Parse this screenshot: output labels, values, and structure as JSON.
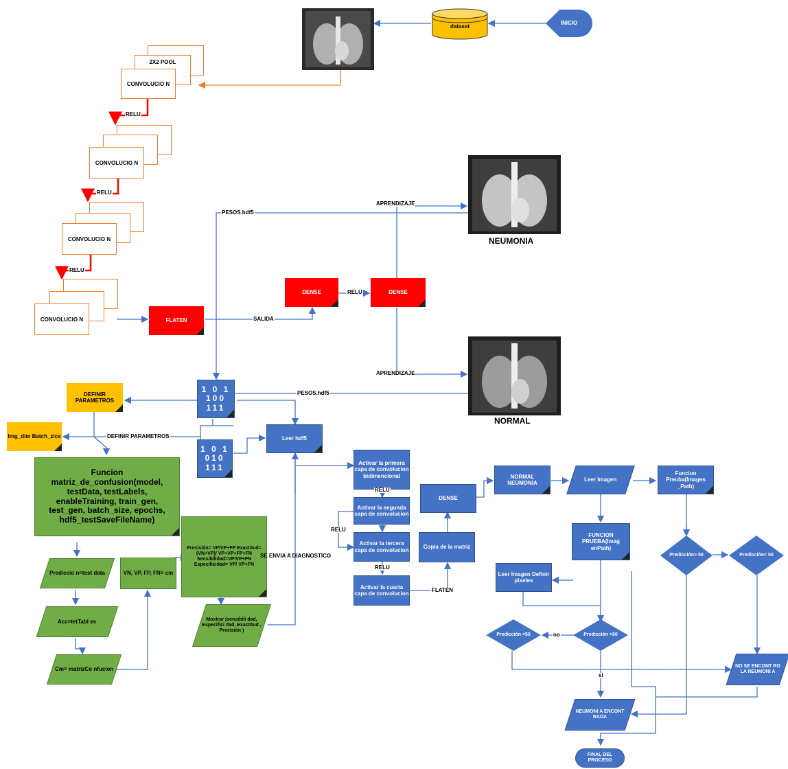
{
  "start": "INICIO",
  "dataset": "dataset",
  "pool_label": "2X2 POOL",
  "conv_label": "CONVOLUCIO N",
  "relu": "RELU",
  "flaten": "FLATEN",
  "salida": "SALIDA",
  "dense": "DENSE",
  "aprendizaje": "APRENDIZAJE",
  "pesos": "PESOS.hdf5",
  "neumonia_title": "NEUMONIA",
  "normal_title": "NORMAL",
  "binary_1": "1 0 1\n100\n111",
  "binary_2": "1 0 1\n010\n111",
  "definir_parametros": "DEFINIR PARAMETROS",
  "definir_parametros_edge": "DEFINIR PARAMETROS",
  "img_dim": "Img_dim Batch_zice",
  "leer_hdf5": "Leer hdf5",
  "funcion_matriz": "Funcion matriz_de_confusion(model, testData, testLabels, enableTraining, train_gen, test_gen, batch_size, epochs, hdf5_testSaveFileName)",
  "prediccion_test": "Prediccio n=test data",
  "acc": "Acc=tetTabl es",
  "cm": "Cm= matrizCo nfucion",
  "vn_vp": "VN, VP, FP, FN= cm",
  "metricas": "Precisión= VP/VP+FP Exactitud= (VN+VP)/ VP+VP+FP+FN Sensibilidad=VP/VP+FN Especificidad= VP/ VP+FN",
  "se_envia": "SE ENVIA A DIAGNOSTICO",
  "mostrar": "Mostrar (sensibili dad, Especifici dad, Exactitud , Precisión )",
  "activar_1": "Activar la primera capa de convolucion bidimencional",
  "activar_2": "Activar la segunda capa de convolucion",
  "activar_3": "Activar la tercera capa de convolucion",
  "activar_4": "Activar la cuarta capa de convolucion",
  "copia_matriz": "Copia de la matriz",
  "normal_neumonia": "NORMAL NEUMONIA",
  "leer_imagen": "Leer Imagen",
  "funcion_prueba": "Funcion Preuba(Images _Path)",
  "funcion_prueba_2": "FUNCION PRUEBA(Imag enPath)",
  "leer_imagen_definir": "Leer Imagen Definir pixeles",
  "prediccion_gt50_a": "Predicción> 50",
  "prediccion_lt50_a": "Predicción< 50",
  "prediccion_gt50_b": "Predicción >50",
  "prediccion_lt50_b": "Predicción <50",
  "no": "no",
  "si": "si",
  "no_se_encontro": "NO SE ENCONT RO LA NEUMONI A",
  "neumonia_encontrada": "NEUMONI A ENCONT RADA",
  "final": "FINAL DEL PROCESO",
  "colors": {
    "blue": "#4472c4",
    "green": "#70ad47",
    "red": "#ff0000",
    "gold": "#ffc000",
    "orange": "#ed7d31"
  }
}
